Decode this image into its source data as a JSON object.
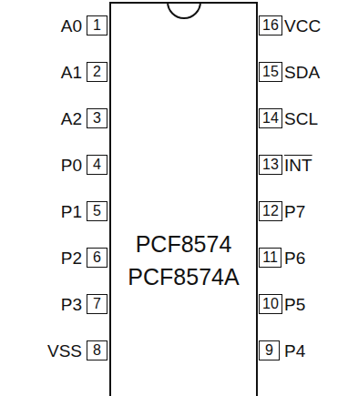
{
  "diagram": {
    "nodes": [
      {
        "text": [
          "PCF8574",
          "PCF8574A"
        ]
      },
      {
        "text": [
          "1"
        ]
      },
      {
        "text": [
          "2"
        ]
      },
      {
        "text": [
          "3"
        ]
      },
      {
        "text": [
          "4"
        ]
      },
      {
        "text": [
          "5"
        ]
      },
      {
        "text": [
          "6"
        ]
      },
      {
        "text": [
          "7"
        ]
      },
      {
        "text": [
          "8"
        ]
      },
      {
        "text": [
          "9"
        ]
      },
      {
        "text": [
          "10"
        ]
      },
      {
        "text": [
          "11"
        ]
      },
      {
        "text": [
          "12"
        ]
      },
      {
        "text": [
          "13"
        ]
      },
      {
        "text": [
          "14"
        ]
      },
      {
        "text": [
          "15"
        ]
      },
      {
        "text": [
          "16"
        ]
      }
    ],
    "edges": [],
    "labels": [
      "A0",
      "A1",
      "A2",
      "P0",
      "P1",
      "P2",
      "P3",
      "VSS",
      "P4",
      "P5",
      "P6",
      "P7",
      "INT",
      "SCL",
      "SDA",
      "VCC"
    ]
  }
}
